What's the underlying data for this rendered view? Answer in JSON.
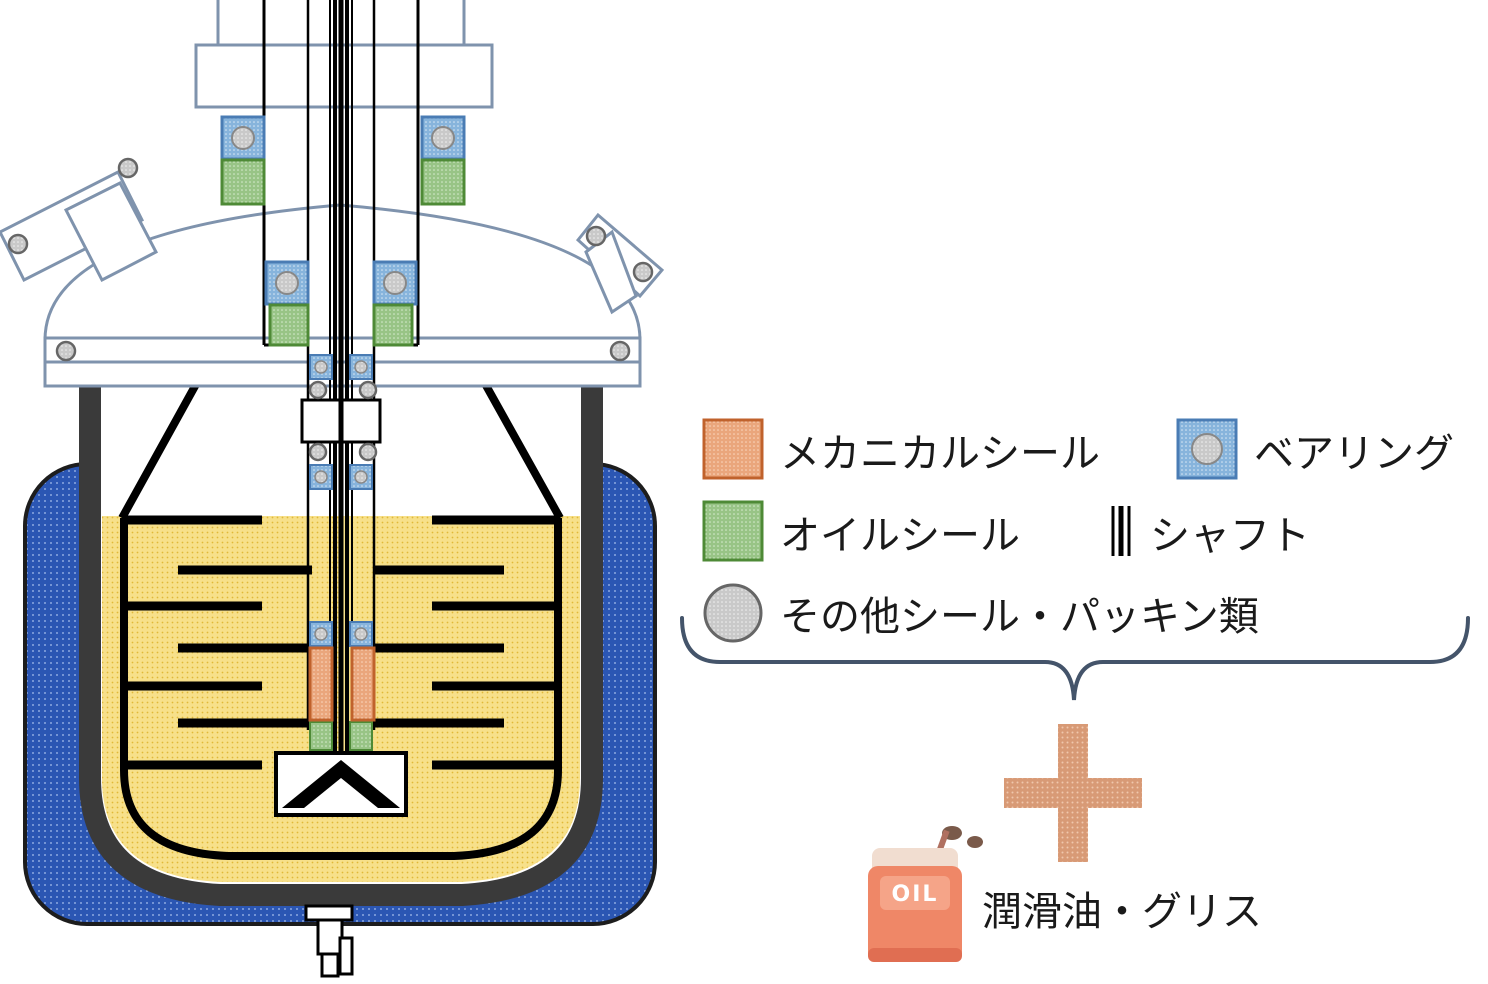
{
  "legend": {
    "mechanical_seal": "メカニカルシール",
    "bearing": "ベアリング",
    "oil_seal": "オイルシール",
    "shaft": "シャフト",
    "other_seals": "その他シール・パッキン類"
  },
  "lubricant": {
    "label": "潤滑油・グリス",
    "can_text": "OIL"
  },
  "colors": {
    "jacket": "#2d59b6",
    "liquid": "#f5dc78",
    "mechanical_seal": "#e9a57a",
    "bearing": "#8fbbe0",
    "oil_seal": "#9fc98c",
    "packing": "#cfcfcf",
    "plus": "#d99a77",
    "frame": "#7f93ad",
    "oil_can": "#f08869"
  }
}
